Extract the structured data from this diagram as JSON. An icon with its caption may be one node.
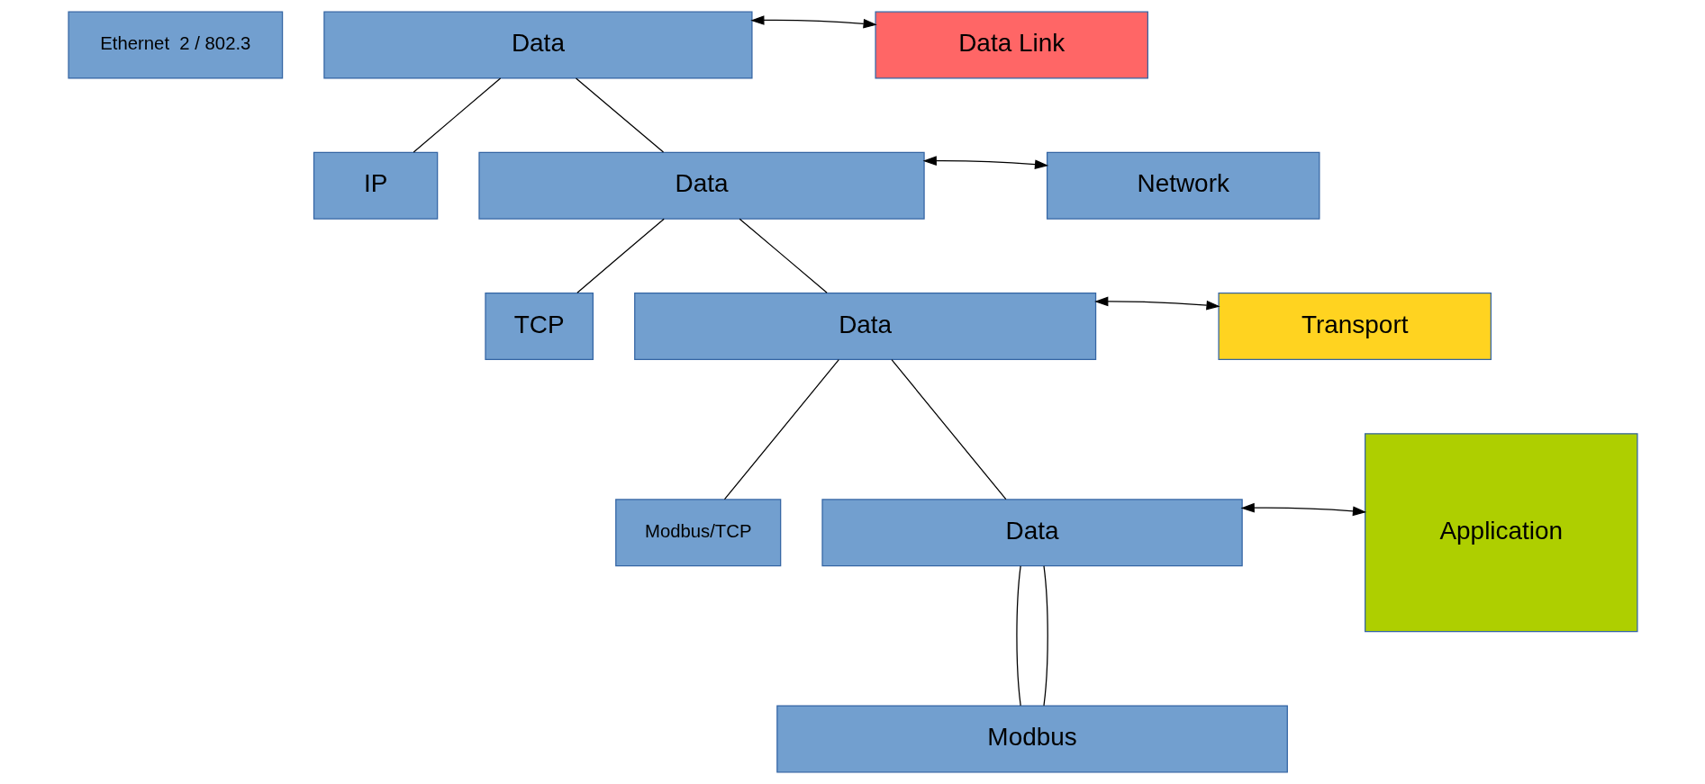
{
  "diagram": {
    "nodes": [
      {
        "text": [
          "Ethernet  2 / 802.3"
        ]
      },
      {
        "text": [
          "Data"
        ]
      },
      {
        "text": [
          "IP"
        ]
      },
      {
        "text": [
          "Data"
        ]
      },
      {
        "text": [
          "TCP"
        ]
      },
      {
        "text": [
          "Data"
        ]
      },
      {
        "text": [
          "Modbus/TCP"
        ]
      },
      {
        "text": [
          "Data"
        ]
      },
      {
        "text": [
          "Modbus"
        ]
      },
      {
        "text": [
          "Data Link"
        ]
      },
      {
        "text": [
          "Network"
        ]
      },
      {
        "text": [
          "Transport"
        ]
      },
      {
        "text": [
          "Application"
        ]
      }
    ],
    "edges": [
      {
        "from": 1,
        "to": 2,
        "arrow": "none"
      },
      {
        "from": 1,
        "to": 3,
        "arrow": "none"
      },
      {
        "from": 3,
        "to": 4,
        "arrow": "none"
      },
      {
        "from": 3,
        "to": 5,
        "arrow": "none"
      },
      {
        "from": 5,
        "to": 6,
        "arrow": "none"
      },
      {
        "from": 5,
        "to": 7,
        "arrow": "none"
      },
      {
        "from": 7,
        "to": 8,
        "arrow": "none"
      },
      {
        "from": 7,
        "to": 8,
        "arrow": "none"
      },
      {
        "from": 1,
        "to": 9,
        "arrow": "both"
      },
      {
        "from": 3,
        "to": 10,
        "arrow": "both"
      },
      {
        "from": 5,
        "to": 11,
        "arrow": "both"
      },
      {
        "from": 7,
        "to": 12,
        "arrow": "both"
      }
    ]
  }
}
